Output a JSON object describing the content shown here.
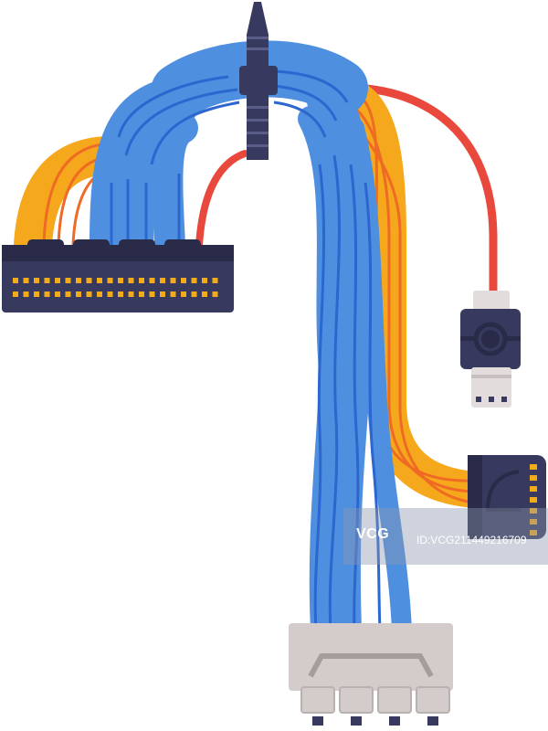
{
  "colors": {
    "blue_cable": "#4f8fe0",
    "blue_line": "#2c66cf",
    "orange_cable": "#f6a81c",
    "orange_line": "#ef6a24",
    "red_cable": "#e9493c",
    "connector_navy": "#37395e",
    "connector_dark": "#2a2b48",
    "pin_gold": "#f2ab1b",
    "connector_gray": "#d4cbcb",
    "usb_silver": "#e2dcdc"
  },
  "icons": [
    "ide-ribbon-connector",
    "usb-plug",
    "power-connector",
    "sata-plug",
    "cable-tie"
  ],
  "watermark": {
    "logo": "VCG",
    "id_text": "ID:VCG211449216709"
  }
}
